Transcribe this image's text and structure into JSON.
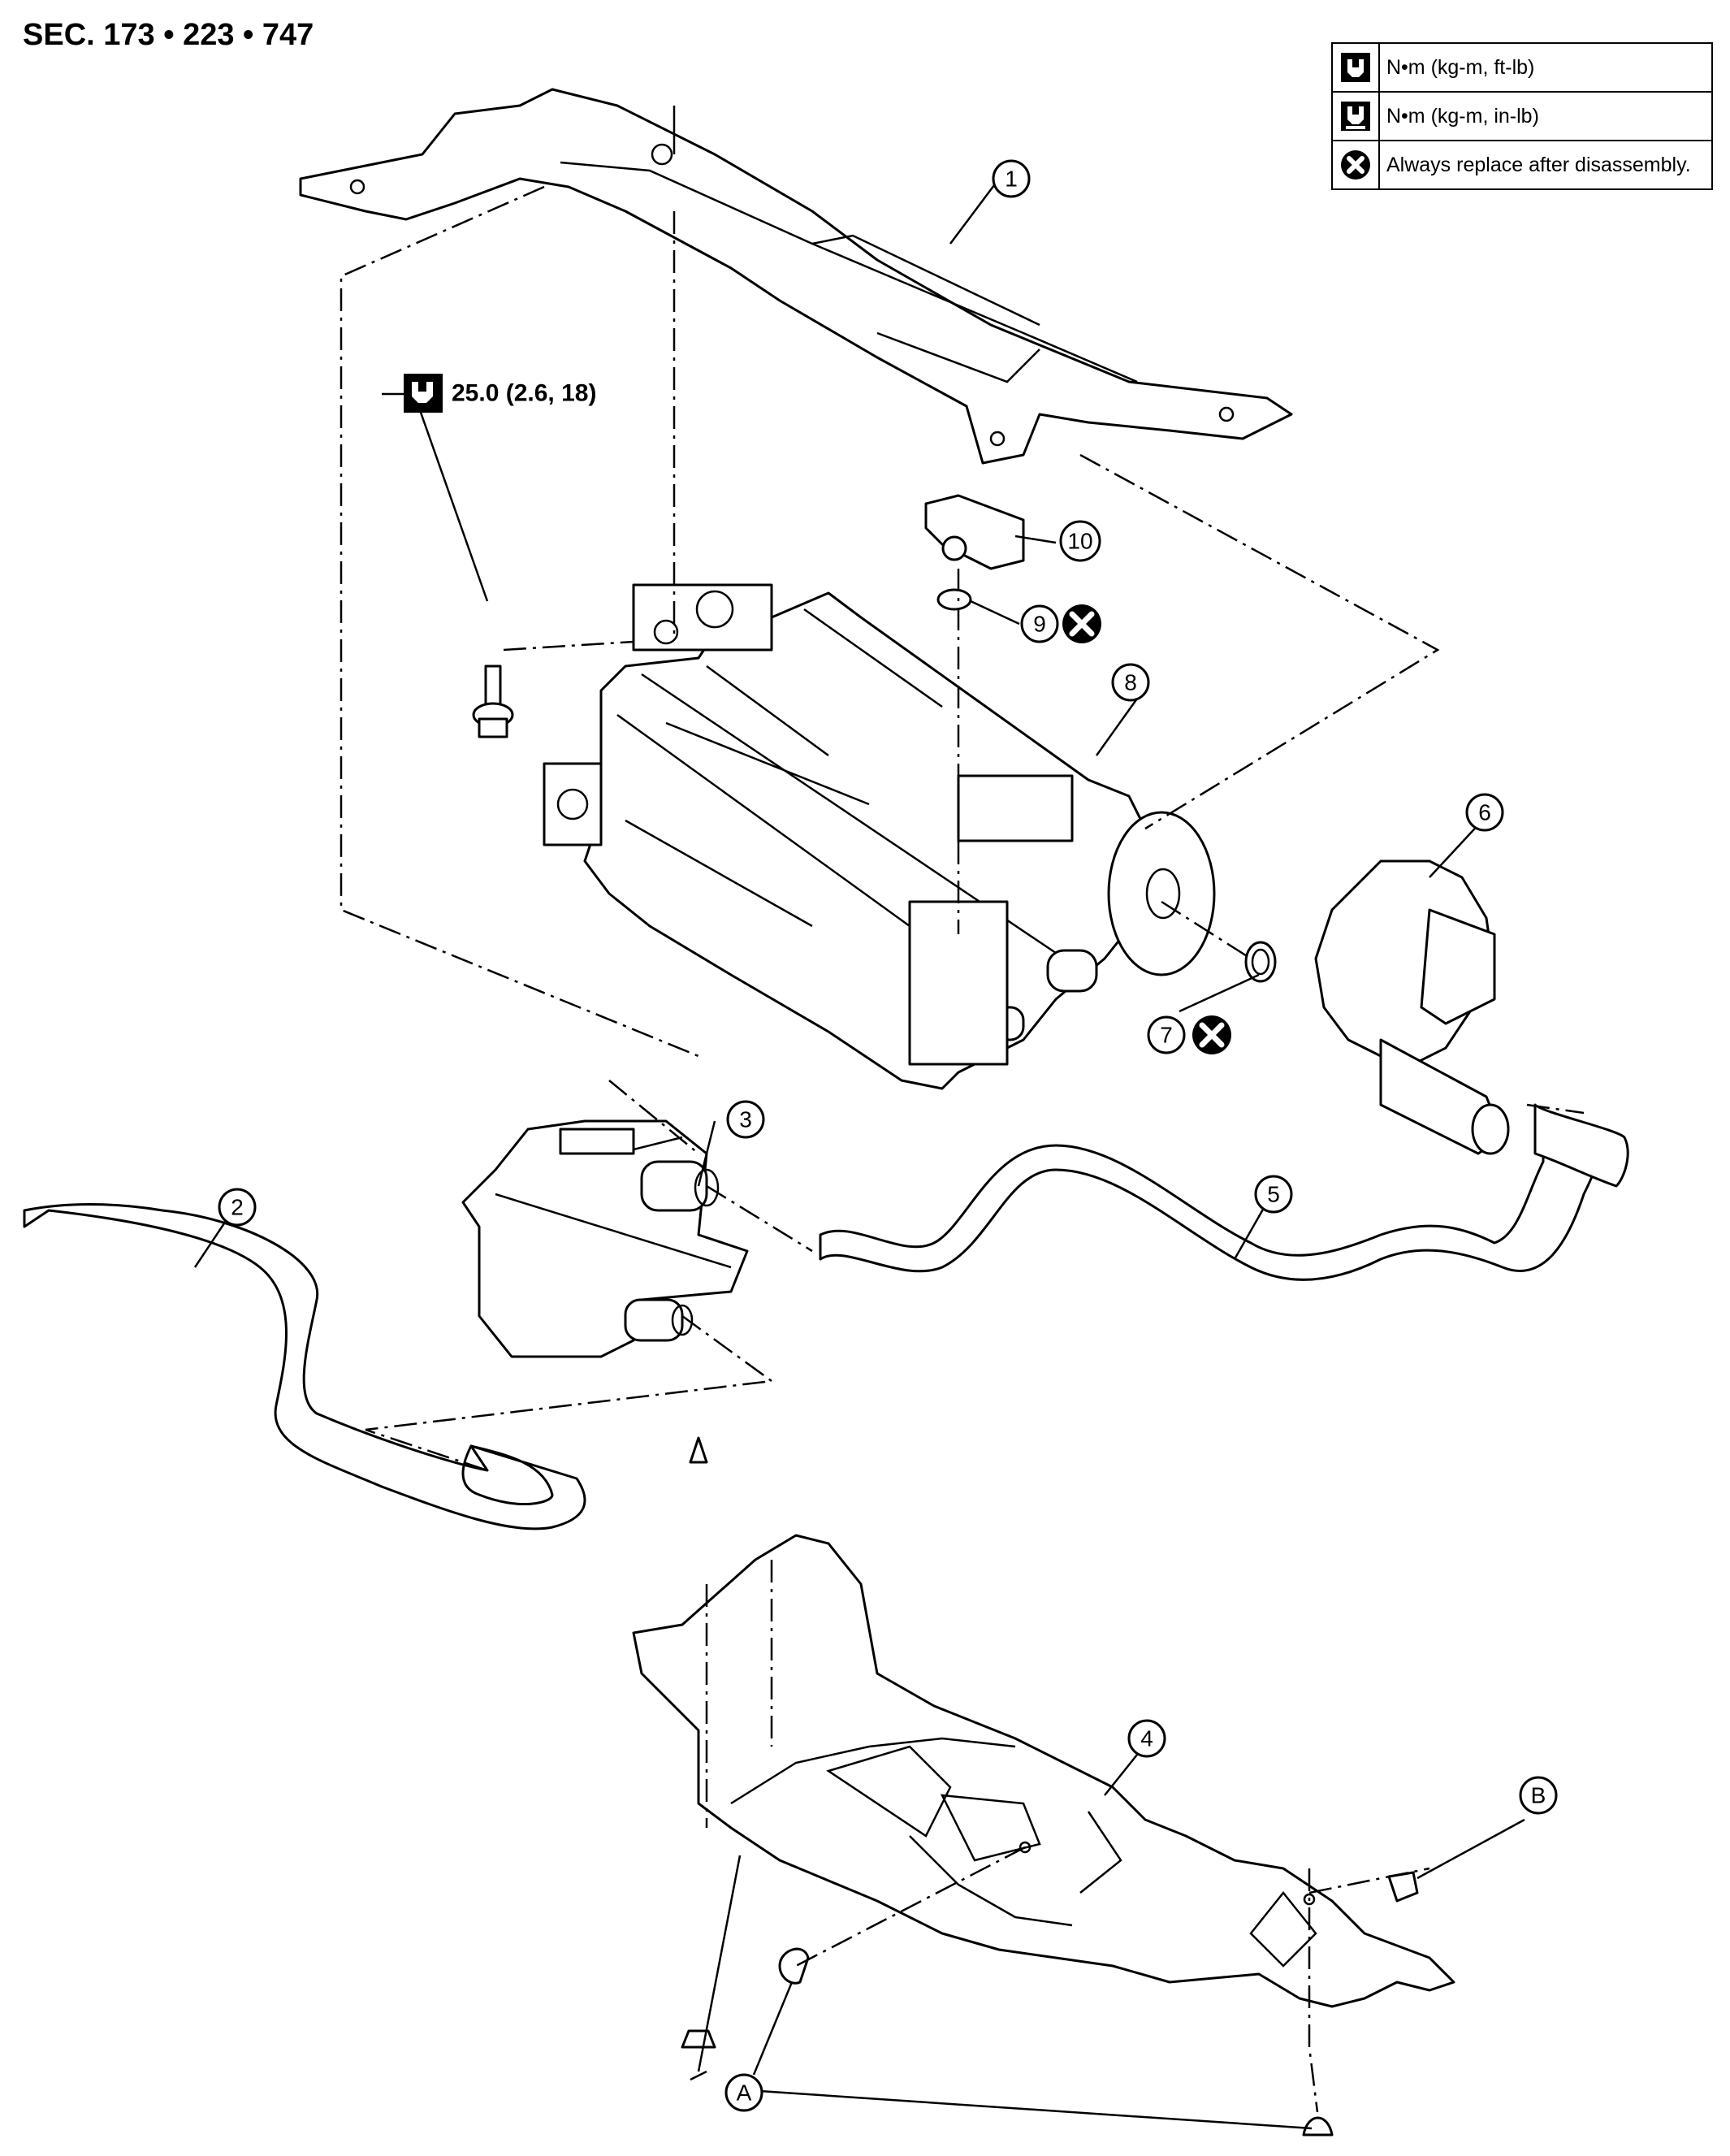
{
  "section_title": "SEC. 173 • 223 • 747",
  "legend": [
    {
      "icon": "torque-wrench-ftlb-icon",
      "text": "N•m (kg-m, ft-lb)"
    },
    {
      "icon": "torque-wrench-inlb-icon",
      "text": "N•m (kg-m, in-lb)"
    },
    {
      "icon": "replace-x-icon",
      "text": "Always replace after disassembly."
    }
  ],
  "torque_spec": "25.0 (2.6, 18)",
  "callouts": {
    "c1": "1",
    "c2": "2",
    "c3": "3",
    "c4": "4",
    "c5": "5",
    "c6": "6",
    "c7": "7",
    "c8": "8",
    "c9": "9",
    "c10": "10",
    "cA": "A",
    "cB": "B"
  }
}
